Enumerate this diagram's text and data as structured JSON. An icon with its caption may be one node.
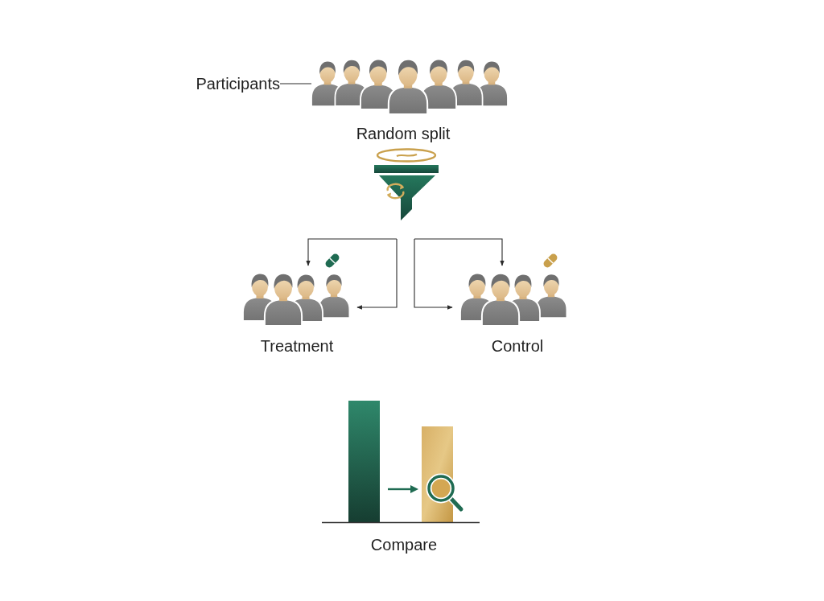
{
  "diagram": {
    "nodes": [
      {
        "text": [
          "Participants"
        ]
      },
      {
        "text": [],
        "shape": "picture"
      },
      {
        "text": [
          "Random split"
        ]
      },
      {
        "text": [
          "Treatment"
        ]
      },
      {
        "text": [
          "Control"
        ]
      },
      {
        "text": [
          "Compare"
        ]
      }
    ],
    "edges": [
      {
        "from": 0,
        "to": 1,
        "arrow": "none"
      },
      {
        "from": 2,
        "to": 3,
        "arrow": "to"
      },
      {
        "from": 2,
        "to": 3,
        "arrow": "to"
      },
      {
        "from": 2,
        "to": 4,
        "arrow": "to"
      },
      {
        "from": 2,
        "to": 4,
        "arrow": "to"
      }
    ]
  }
}
